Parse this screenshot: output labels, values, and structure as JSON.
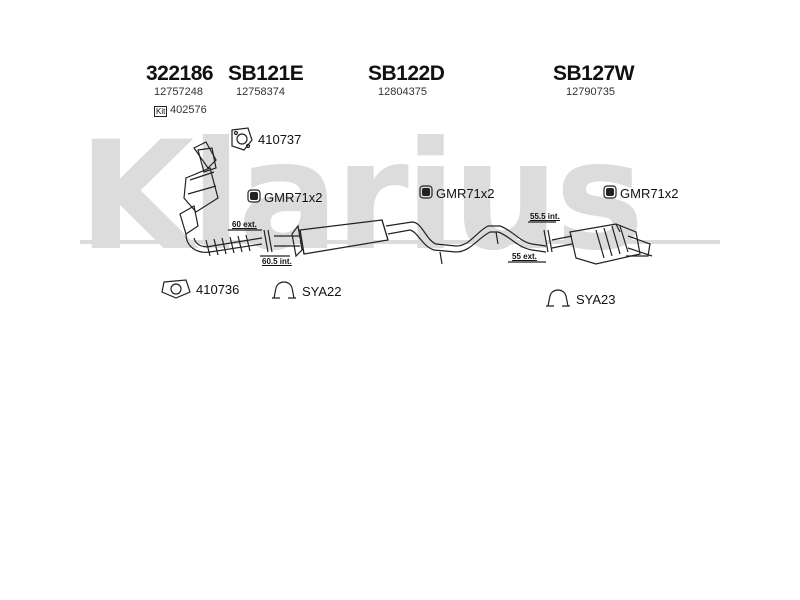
{
  "watermark": {
    "text": "Klarius",
    "color": "#d8d8d8"
  },
  "parts": [
    {
      "code": "322186",
      "number": "12757248"
    },
    {
      "code": "SB121E",
      "number": "12758374"
    },
    {
      "code": "SB122D",
      "number": "12804375"
    },
    {
      "code": "SB127W",
      "number": "12790735"
    }
  ],
  "kit": {
    "badge": "Kit",
    "number": "402576"
  },
  "fittings": {
    "gasket_top": "410737",
    "gasket_bottom": "410736",
    "mount_1": "GMR71x2",
    "mount_2": "GMR71x2",
    "mount_3": "GMR71x2",
    "clamp_1": "SYA22",
    "clamp_2": "SYA23"
  },
  "dimensions": {
    "d1": "60 ext.",
    "d2": "60.5 int.",
    "d3": "55.5 int.",
    "d4": "55 ext."
  }
}
